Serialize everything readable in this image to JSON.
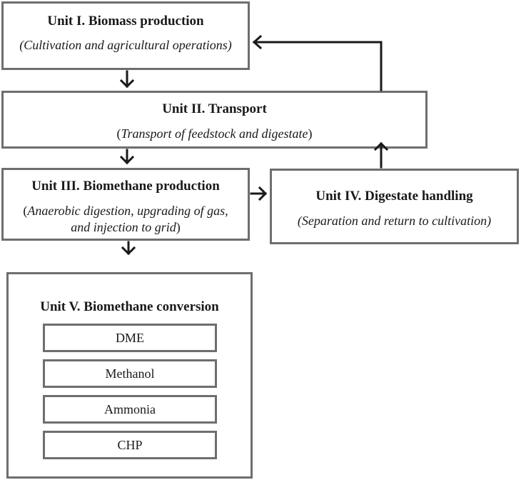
{
  "units": {
    "unit1": {
      "title": "Unit I. Biomass production",
      "subtitle": "(Cultivation and agricultural operations)"
    },
    "unit2": {
      "title": "Unit II. Transport",
      "subtitle_open": "(",
      "subtitle_body": "Transport of feedstock and digestate",
      "subtitle_close": ")"
    },
    "unit3": {
      "title": "Unit III. Biomethane production",
      "subtitle_open": "(",
      "subtitle_line1": "Anaerobic digestion, upgrading of gas,",
      "subtitle_line2": "and injection to grid",
      "subtitle_close": ")"
    },
    "unit4": {
      "title": "Unit IV. Digestate handling",
      "subtitle": "(Separation and return to cultivation)"
    },
    "unit5": {
      "title": "Unit V. Biomethane conversion",
      "options": [
        "DME",
        "Methanol",
        "Ammonia",
        "CHP"
      ]
    }
  },
  "colors": {
    "border": "#6e6e6e",
    "arrow": "#1a1a1a"
  }
}
